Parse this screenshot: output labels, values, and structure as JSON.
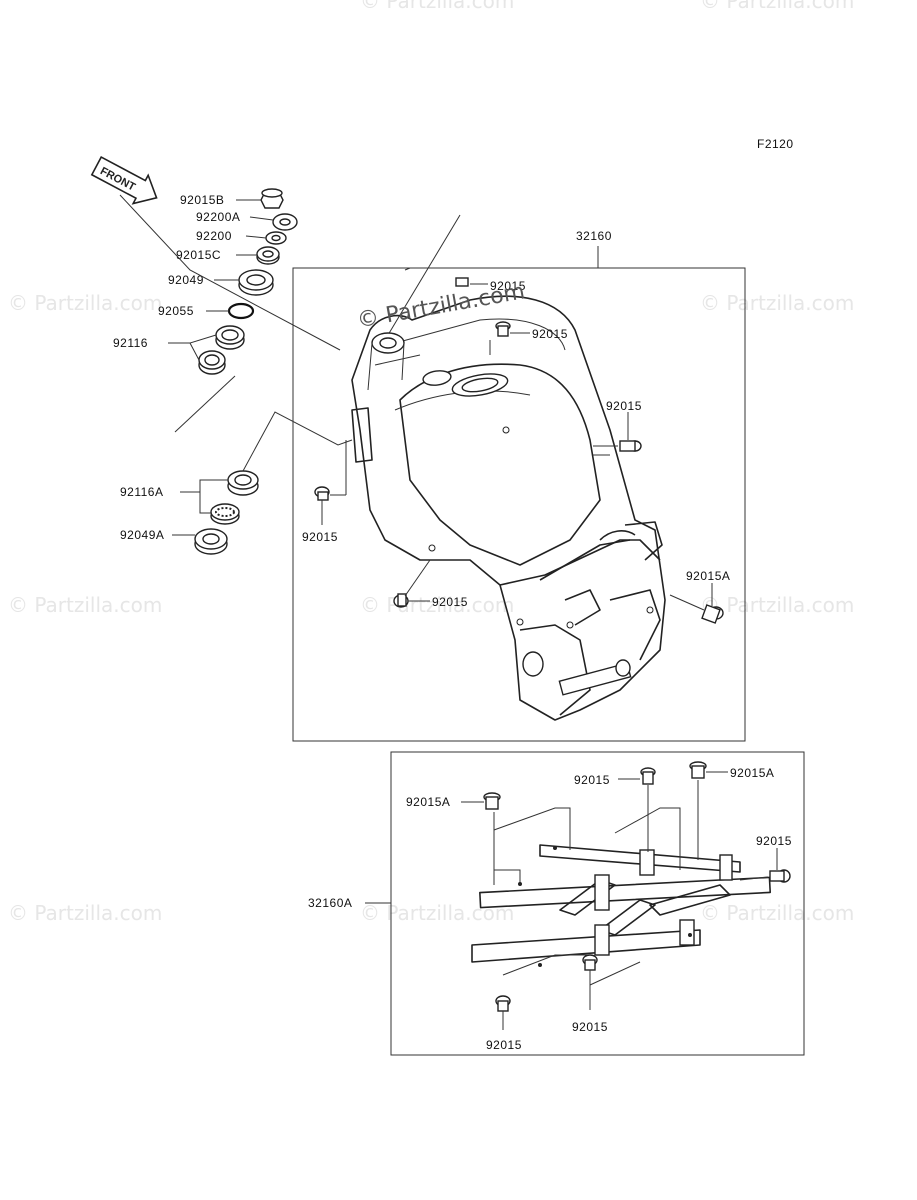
{
  "figure_code": "F2120",
  "front_arrow_label": "FRONT",
  "watermark": "© Partzilla.com",
  "watermark_center": "© Partzilla.com",
  "parts": {
    "p92015B": "92015B",
    "p92200A": "92200A",
    "p92200": "92200",
    "p92015C": "92015C",
    "p92049": "92049",
    "p92055": "92055",
    "p92116": "92116",
    "p92116A": "92116A",
    "p92049A": "92049A",
    "p32160": "32160",
    "p32160A": "32160A",
    "p92015": "92015",
    "p92015A": "92015A"
  }
}
